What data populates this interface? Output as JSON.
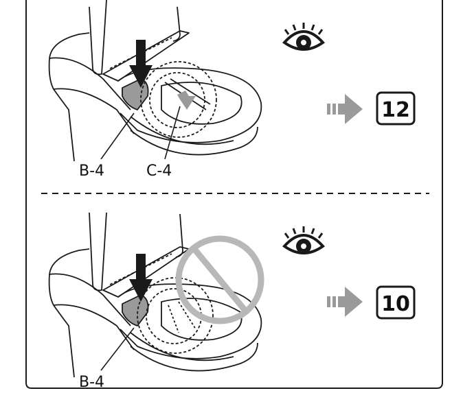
{
  "panels": [
    {
      "part_labels": [
        "B-4",
        "C-4"
      ],
      "go_to_step": "12"
    },
    {
      "part_labels": [
        "B-4"
      ],
      "go_to_step": "10"
    }
  ],
  "icons": {
    "observe": "eye-icon",
    "next": "arrow-right-icon",
    "press": "down-arrow-icon",
    "prohibited": "prohibition-icon"
  },
  "colors": {
    "line": "#1a1a1a",
    "arrow_gray": "#9a9a9a",
    "prohibit_gray": "#b8b8b8"
  }
}
